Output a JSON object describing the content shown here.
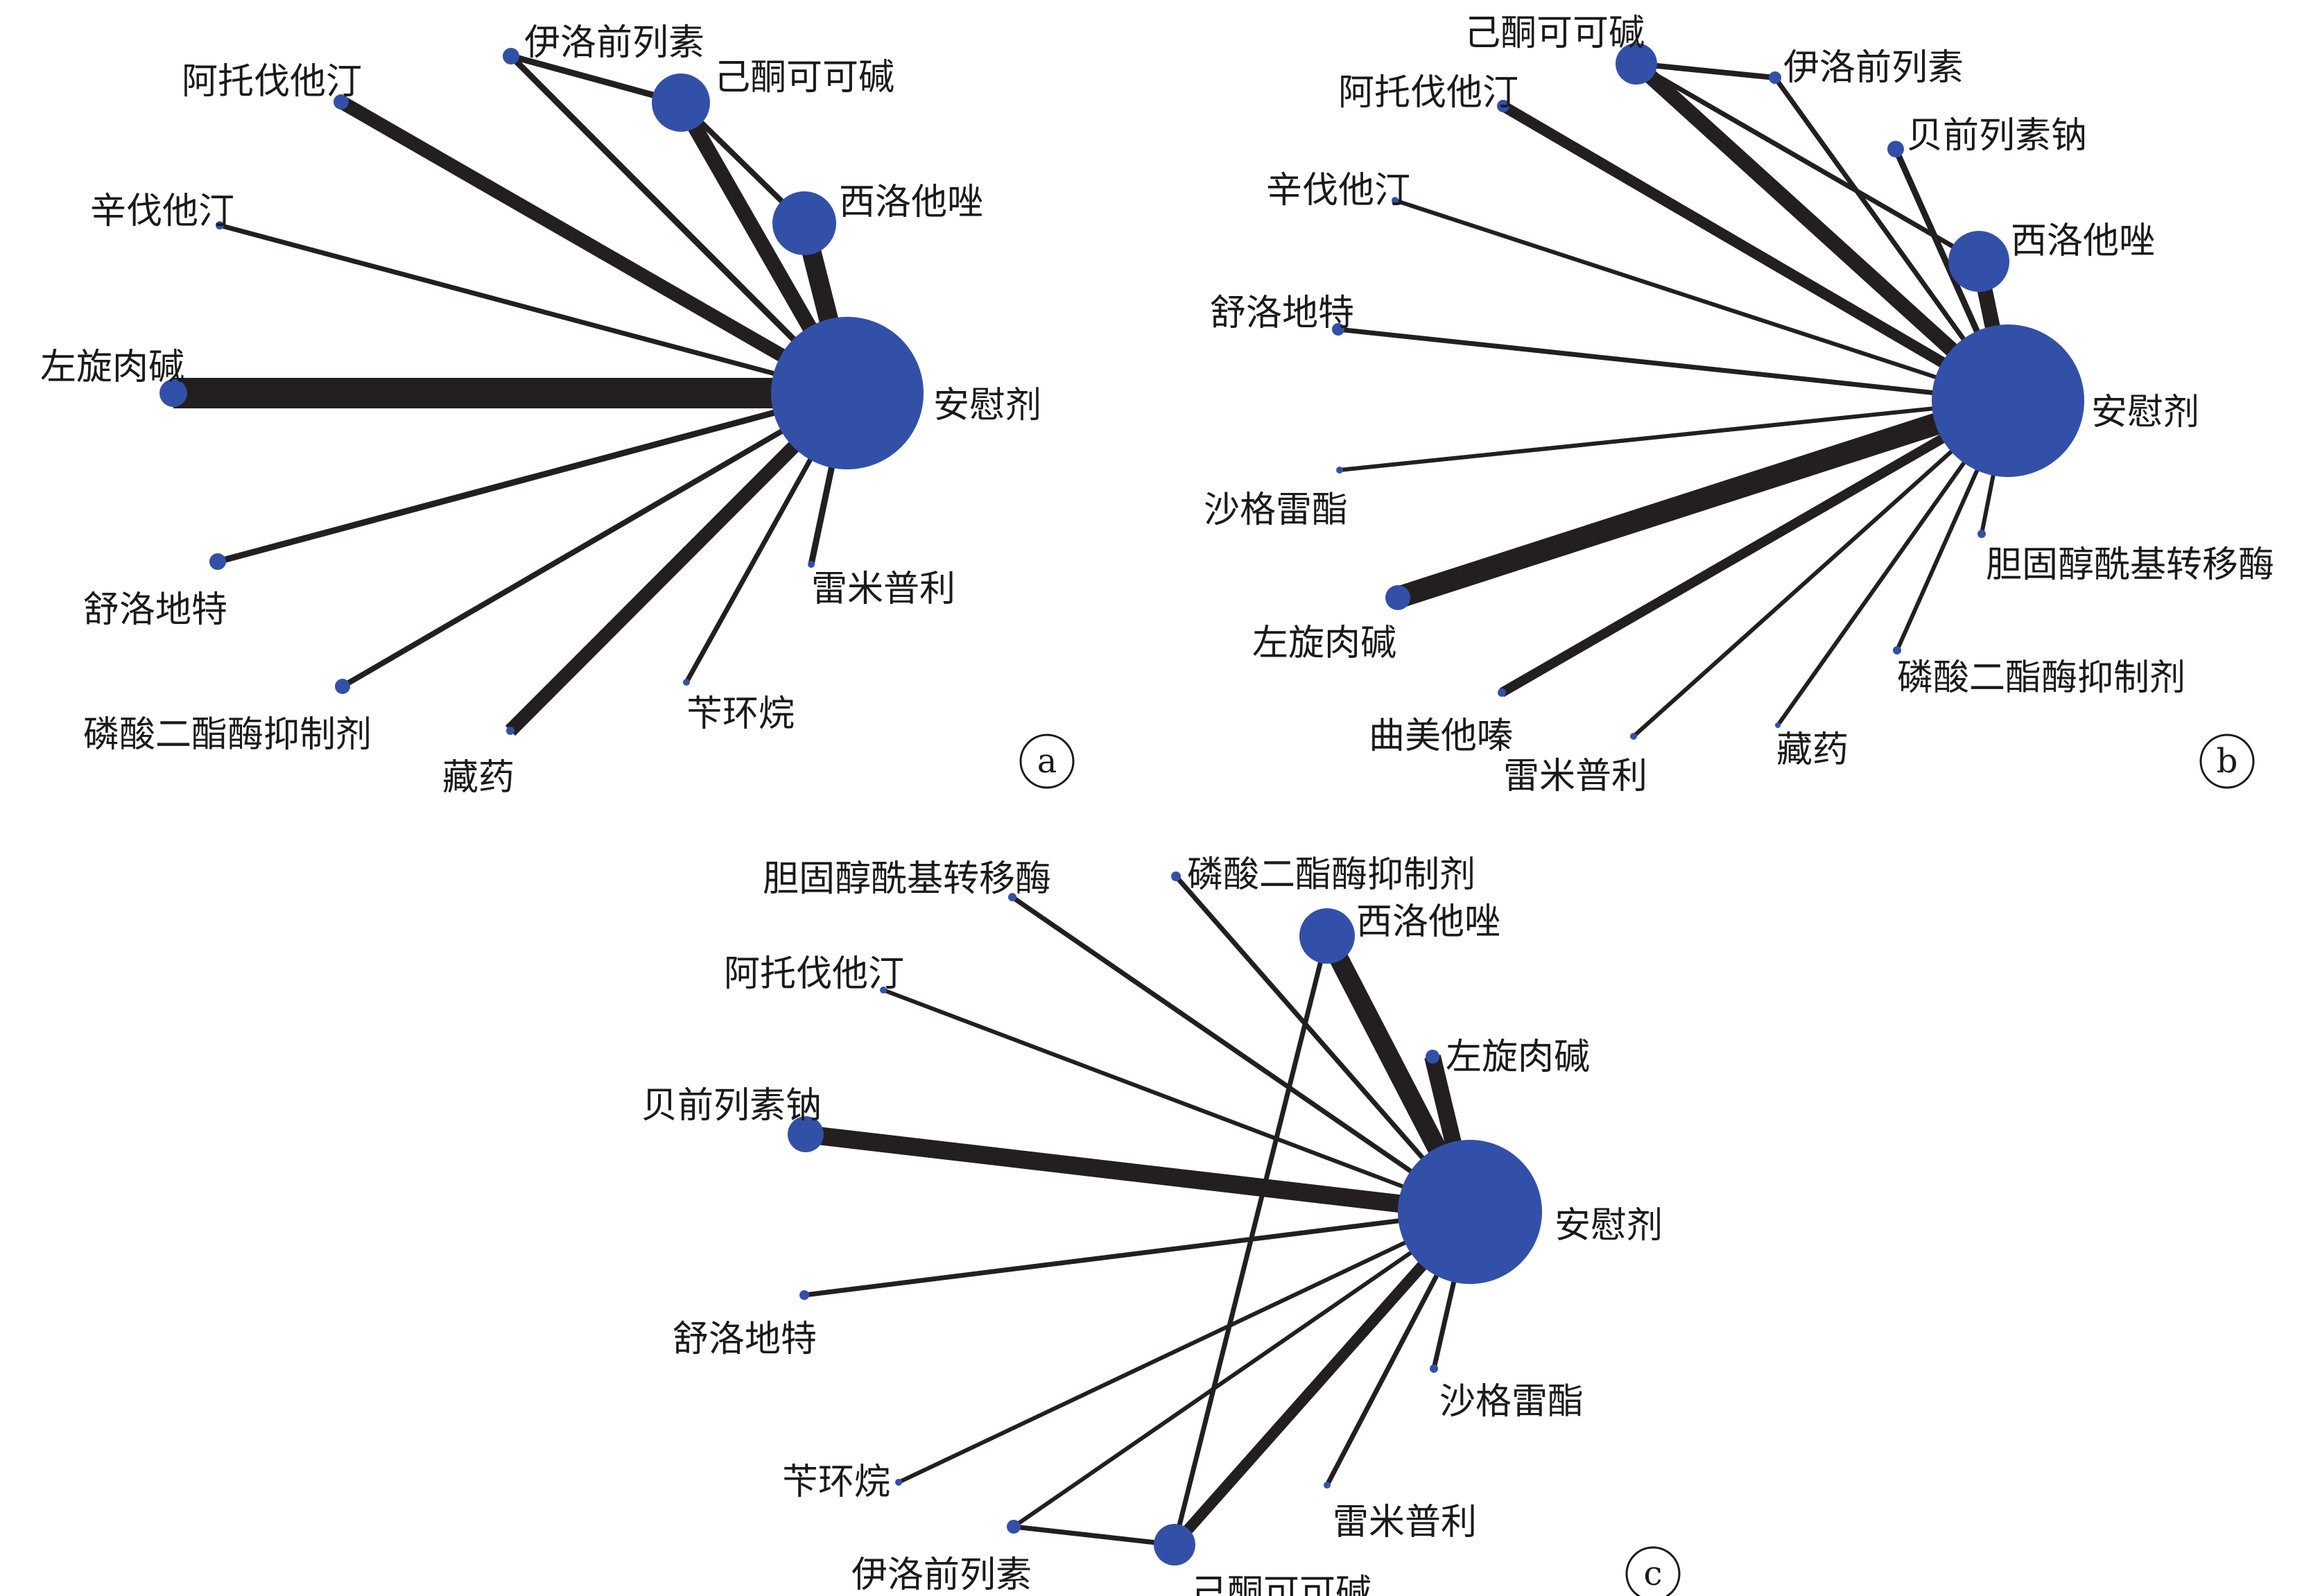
{
  "colors": {
    "node": "#3350a8",
    "edge": "#231f20",
    "text": "#1a1a1a"
  },
  "panels": [
    {
      "id": "a",
      "label": "a",
      "nodes": [
        {
          "id": "placebo",
          "label": "安慰剂"
        },
        {
          "id": "levocarnitine",
          "label": "左旋肉碱"
        },
        {
          "id": "atorvastatin",
          "label": "阿托伐他汀"
        },
        {
          "id": "iloprost",
          "label": "伊洛前列素"
        },
        {
          "id": "pentoxifylline",
          "label": "己酮可可碱"
        },
        {
          "id": "cilostazol",
          "label": "西洛他唑"
        },
        {
          "id": "simvastatin",
          "label": "辛伐他汀"
        },
        {
          "id": "sulodexide",
          "label": "舒洛地特"
        },
        {
          "id": "pde_inhibitor",
          "label": "磷酸二酯酶抑制剂"
        },
        {
          "id": "tibetan",
          "label": "藏药"
        },
        {
          "id": "bencyclane",
          "label": "苄环烷"
        },
        {
          "id": "ramipril",
          "label": "雷米普利"
        }
      ],
      "edges": [
        {
          "from": "placebo",
          "to": "levocarnitine"
        },
        {
          "from": "placebo",
          "to": "atorvastatin"
        },
        {
          "from": "placebo",
          "to": "iloprost"
        },
        {
          "from": "placebo",
          "to": "pentoxifylline"
        },
        {
          "from": "placebo",
          "to": "cilostazol"
        },
        {
          "from": "placebo",
          "to": "simvastatin"
        },
        {
          "from": "placebo",
          "to": "sulodexide"
        },
        {
          "from": "placebo",
          "to": "pde_inhibitor"
        },
        {
          "from": "placebo",
          "to": "tibetan"
        },
        {
          "from": "placebo",
          "to": "bencyclane"
        },
        {
          "from": "placebo",
          "to": "ramipril"
        },
        {
          "from": "iloprost",
          "to": "pentoxifylline"
        },
        {
          "from": "pentoxifylline",
          "to": "cilostazol"
        }
      ]
    },
    {
      "id": "b",
      "label": "b",
      "nodes": [
        {
          "id": "placebo",
          "label": "安慰剂"
        },
        {
          "id": "pentoxifylline",
          "label": "己酮可可碱"
        },
        {
          "id": "iloprost",
          "label": "伊洛前列素"
        },
        {
          "id": "atorvastatin",
          "label": "阿托伐他汀"
        },
        {
          "id": "beraprost",
          "label": "贝前列素钠"
        },
        {
          "id": "simvastatin",
          "label": "辛伐他汀"
        },
        {
          "id": "cilostazol",
          "label": "西洛他唑"
        },
        {
          "id": "sulodexide",
          "label": "舒洛地特"
        },
        {
          "id": "sarpogrelate",
          "label": "沙格雷酯"
        },
        {
          "id": "acat",
          "label": "胆固醇酰基转移酶"
        },
        {
          "id": "levocarnitine",
          "label": "左旋肉碱"
        },
        {
          "id": "pde_inhibitor",
          "label": "磷酸二酯酶抑制剂"
        },
        {
          "id": "trimetazidine",
          "label": "曲美他嗪"
        },
        {
          "id": "tibetan",
          "label": "藏药"
        },
        {
          "id": "ramipril",
          "label": "雷米普利"
        }
      ],
      "edges": [
        {
          "from": "placebo",
          "to": "pentoxifylline"
        },
        {
          "from": "placebo",
          "to": "iloprost"
        },
        {
          "from": "placebo",
          "to": "atorvastatin"
        },
        {
          "from": "placebo",
          "to": "beraprost"
        },
        {
          "from": "placebo",
          "to": "simvastatin"
        },
        {
          "from": "placebo",
          "to": "cilostazol"
        },
        {
          "from": "placebo",
          "to": "sulodexide"
        },
        {
          "from": "placebo",
          "to": "sarpogrelate"
        },
        {
          "from": "placebo",
          "to": "acat"
        },
        {
          "from": "placebo",
          "to": "levocarnitine"
        },
        {
          "from": "placebo",
          "to": "pde_inhibitor"
        },
        {
          "from": "placebo",
          "to": "trimetazidine"
        },
        {
          "from": "placebo",
          "to": "tibetan"
        },
        {
          "from": "placebo",
          "to": "ramipril"
        },
        {
          "from": "pentoxifylline",
          "to": "iloprost"
        },
        {
          "from": "pentoxifylline",
          "to": "cilostazol"
        }
      ]
    },
    {
      "id": "c",
      "label": "c",
      "nodes": [
        {
          "id": "placebo",
          "label": "安慰剂"
        },
        {
          "id": "acat",
          "label": "胆固醇酰基转移酶"
        },
        {
          "id": "pde_inhibitor",
          "label": "磷酸二酯酶抑制剂"
        },
        {
          "id": "cilostazol",
          "label": "西洛他唑"
        },
        {
          "id": "atorvastatin",
          "label": "阿托伐他汀"
        },
        {
          "id": "levocarnitine",
          "label": "左旋肉碱"
        },
        {
          "id": "beraprost",
          "label": "贝前列素钠"
        },
        {
          "id": "sulodexide",
          "label": "舒洛地特"
        },
        {
          "id": "sarpogrelate",
          "label": "沙格雷酯"
        },
        {
          "id": "bencyclane",
          "label": "苄环烷"
        },
        {
          "id": "ramipril",
          "label": "雷米普利"
        },
        {
          "id": "iloprost",
          "label": "伊洛前列素"
        },
        {
          "id": "pentoxifylline",
          "label": "己酮可可碱"
        }
      ],
      "edges": [
        {
          "from": "placebo",
          "to": "acat"
        },
        {
          "from": "placebo",
          "to": "pde_inhibitor"
        },
        {
          "from": "placebo",
          "to": "cilostazol"
        },
        {
          "from": "placebo",
          "to": "atorvastatin"
        },
        {
          "from": "placebo",
          "to": "levocarnitine"
        },
        {
          "from": "placebo",
          "to": "beraprost"
        },
        {
          "from": "placebo",
          "to": "sulodexide"
        },
        {
          "from": "placebo",
          "to": "sarpogrelate"
        },
        {
          "from": "placebo",
          "to": "bencyclane"
        },
        {
          "from": "placebo",
          "to": "ramipril"
        },
        {
          "from": "placebo",
          "to": "iloprost"
        },
        {
          "from": "placebo",
          "to": "pentoxifylline"
        },
        {
          "from": "cilostazol",
          "to": "pentoxifylline"
        },
        {
          "from": "iloprost",
          "to": "pentoxifylline"
        }
      ]
    }
  ]
}
